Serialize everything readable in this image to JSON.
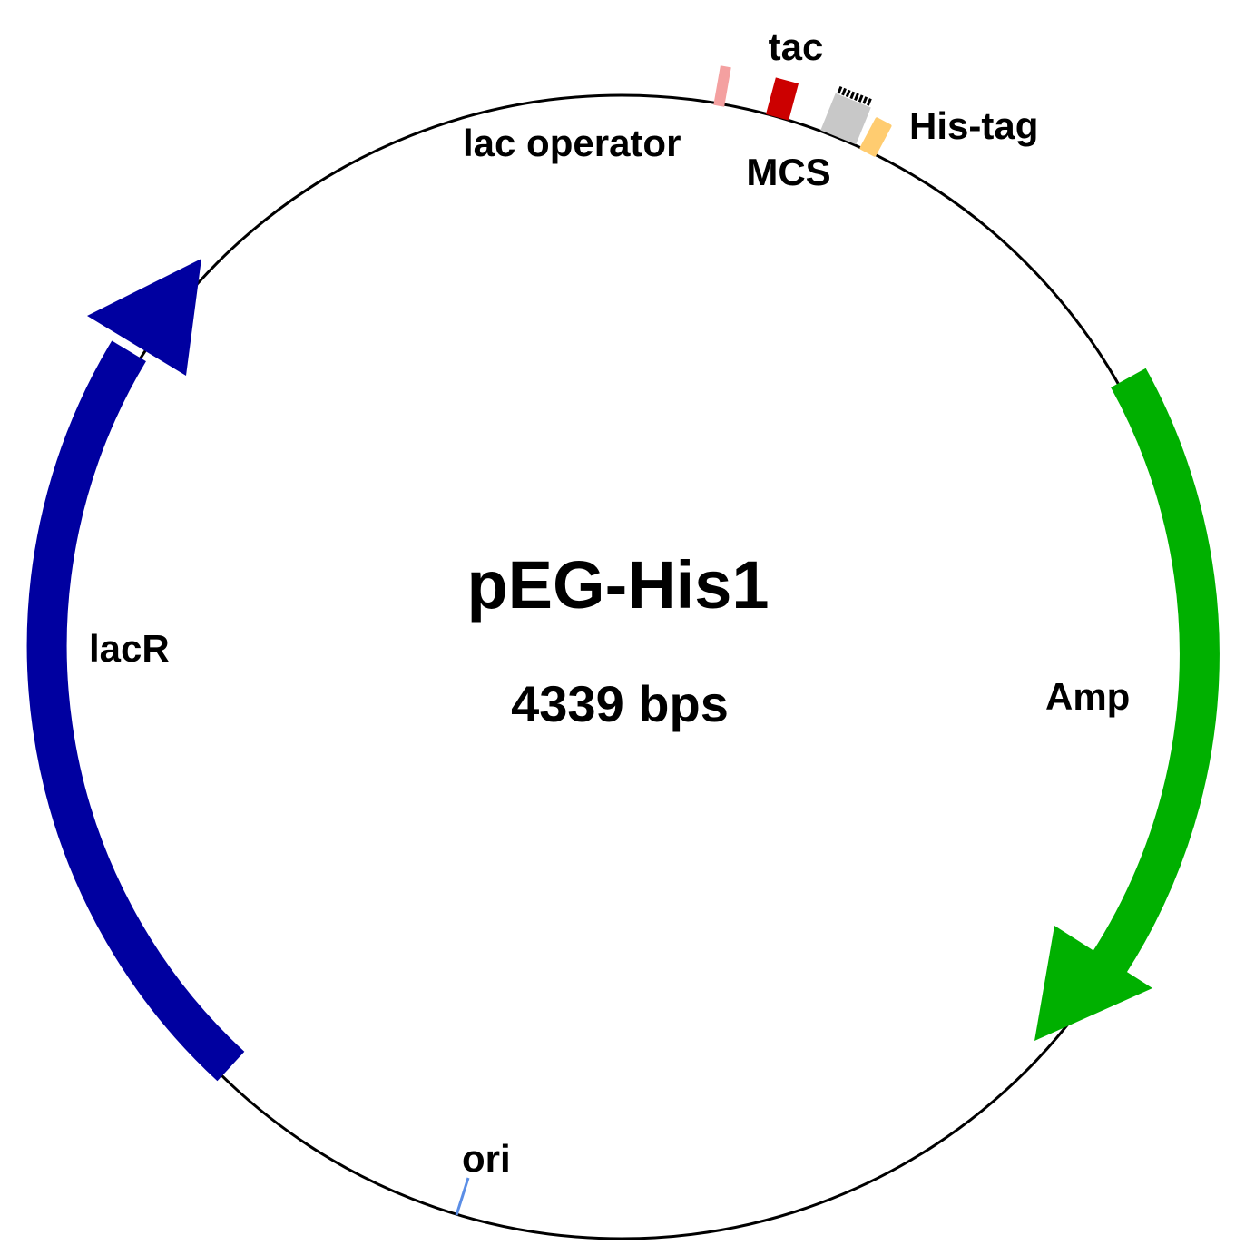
{
  "plasmid": {
    "name": "pEG-His1",
    "size_label": "4339 bps"
  },
  "features": {
    "tac": {
      "label": "tac",
      "color": "#cc0000"
    },
    "lac_operator": {
      "label": "lac operator",
      "color": "#f4a0a0"
    },
    "mcs": {
      "label": "MCS",
      "color": "#c8c8c8"
    },
    "his_tag": {
      "label": "His-tag",
      "color": "#ffcc70"
    },
    "lacR": {
      "label": "lacR",
      "color": "#0000a0"
    },
    "amp": {
      "label": "Amp",
      "color": "#00b000"
    },
    "ori": {
      "label": "ori",
      "color": "#5b8ee6"
    }
  }
}
